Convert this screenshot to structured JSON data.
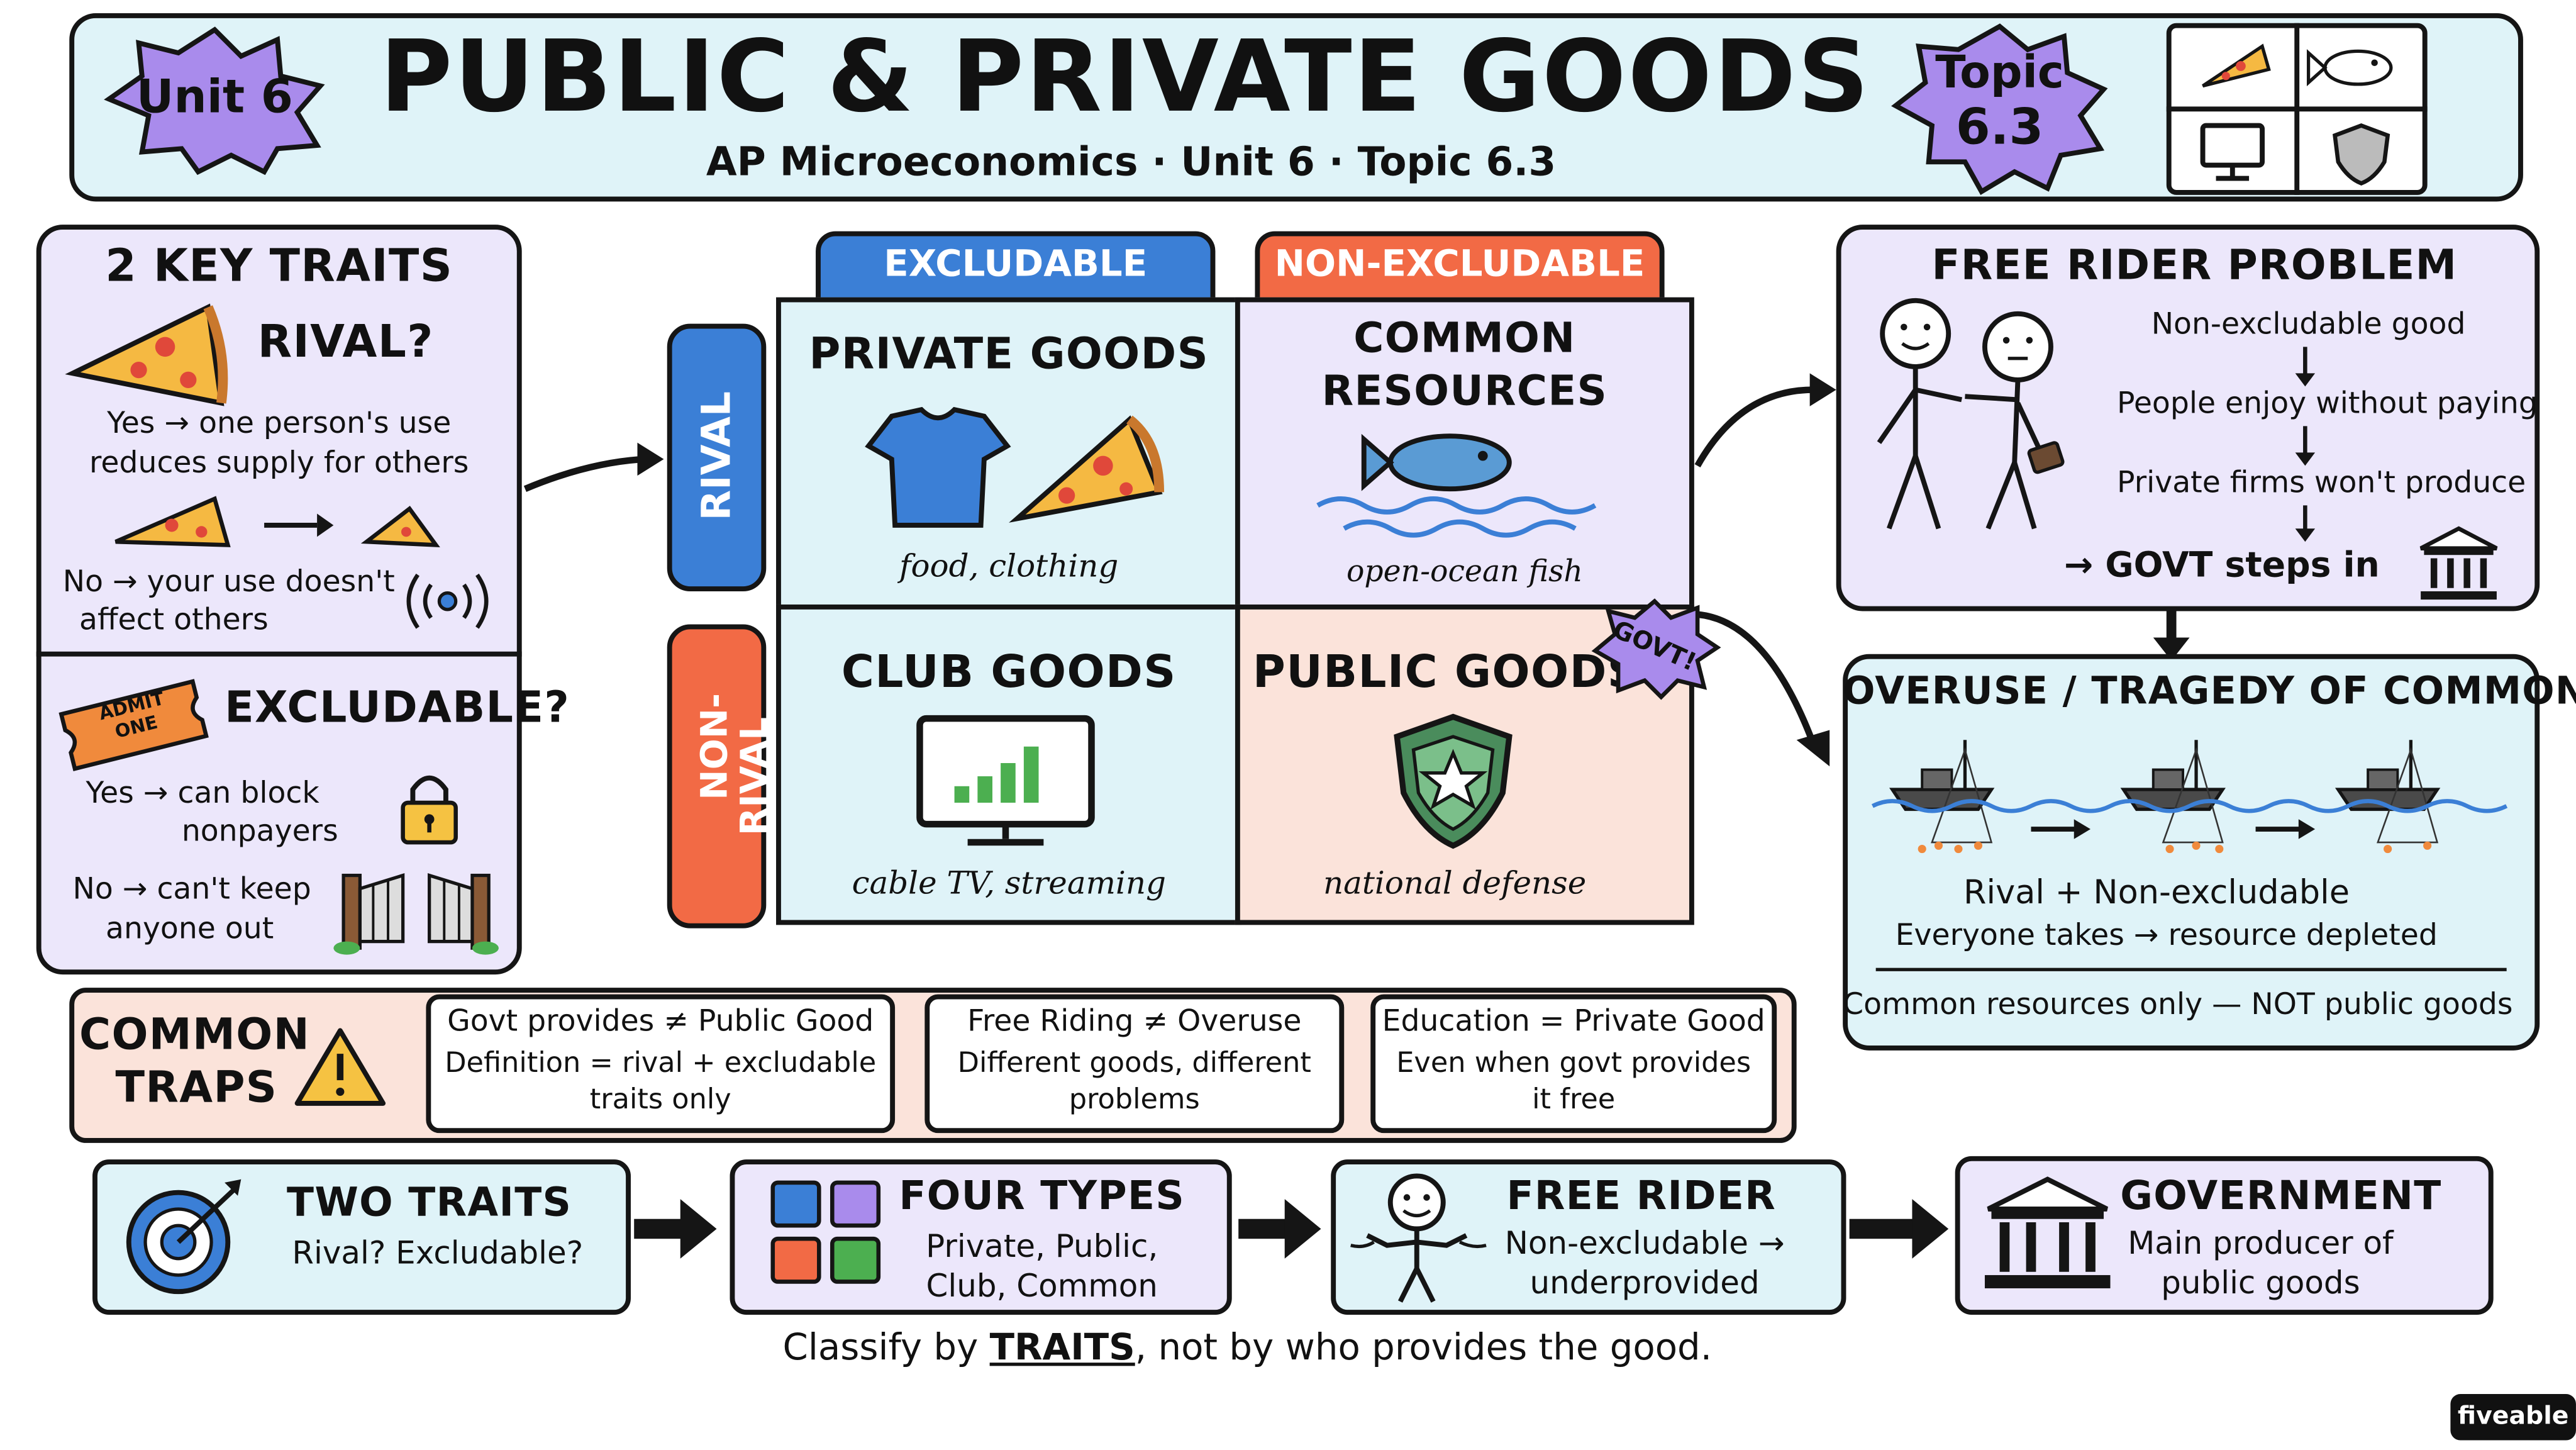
{
  "header": {
    "unit_badge": "Unit 6",
    "title": "PUBLIC & PRIVATE GOODS",
    "subtitle": "AP Microeconomics · Unit 6 · Topic 6.3",
    "topic_badge_line1": "Topic",
    "topic_badge_line2": "6.3",
    "icon_grid": [
      "pizza-icon",
      "fish-icon",
      "monitor-icon",
      "shield-icon"
    ]
  },
  "key_traits": {
    "title": "2 KEY TRAITS",
    "rival_heading": "RIVAL?",
    "rival_yes_1": "Yes → one person's use",
    "rival_yes_2": "reduces supply for others",
    "rival_no_1": "No → your use doesn't",
    "rival_no_2": "affect others",
    "ticket_1": "ADMIT",
    "ticket_2": "ONE",
    "excl_heading": "EXCLUDABLE?",
    "excl_yes_1": "Yes → can block",
    "excl_yes_2": "nonpayers",
    "excl_no_1": "No → can't keep",
    "excl_no_2": "anyone out"
  },
  "matrix": {
    "col_excludable": "EXCLUDABLE",
    "col_non_excludable": "NON-EXCLUDABLE",
    "row_rival": "RIVAL",
    "row_non_rival_1": "NON-",
    "row_non_rival_2": "RIVAL",
    "private_title": "PRIVATE GOODS",
    "private_example": "food, clothing",
    "common_title_1": "COMMON",
    "common_title_2": "RESOURCES",
    "common_example": "open-ocean fish",
    "club_title": "CLUB GOODS",
    "club_example": "cable TV, streaming",
    "public_title": "PUBLIC GOODS",
    "public_example": "national defense",
    "govt_badge": "GOVT!"
  },
  "free_rider": {
    "title": "FREE RIDER PROBLEM",
    "step1": "Non-excludable good",
    "step2": "People enjoy without paying",
    "step3": "Private firms won't produce",
    "step4": "→ GOVT steps in"
  },
  "overuse": {
    "title": "OVERUSE / TRAGEDY OF COMMONS",
    "line1": "Rival + Non-excludable",
    "line2": "Everyone takes → resource depleted",
    "note": "Common resources only — NOT public goods"
  },
  "traps": {
    "label_1": "COMMON",
    "label_2": "TRAPS",
    "items": [
      {
        "title": "Govt provides ≠ Public Good",
        "line1": "Definition = rival + excludable",
        "line2": "traits only"
      },
      {
        "title": "Free Riding ≠ Overuse",
        "line1": "Different goods, different",
        "line2": "problems"
      },
      {
        "title": "Education = Private Good",
        "line1": "Even when govt provides",
        "line2": "it free"
      }
    ]
  },
  "flow": [
    {
      "title": "TWO TRAITS",
      "line1": "Rival? Excludable?",
      "line2": ""
    },
    {
      "title": "FOUR TYPES",
      "line1": "Private, Public,",
      "line2": "Club, Common"
    },
    {
      "title": "FREE RIDER",
      "line1": "Non-excludable →",
      "line2": "underprovided"
    },
    {
      "title": "GOVERNMENT",
      "line1": "Main producer of",
      "line2": "public goods"
    }
  ],
  "footer": {
    "pre": "Classify by ",
    "emph": "TRAITS",
    "post": ", not by who provides the good.",
    "brand": "fiveable"
  },
  "colors": {
    "blue": "#3b7fd6",
    "orange": "#f26a45",
    "purple": "#a98bec",
    "cyan": "#dff3f8",
    "lavender": "#ece7fb",
    "peach": "#fbe3da"
  }
}
